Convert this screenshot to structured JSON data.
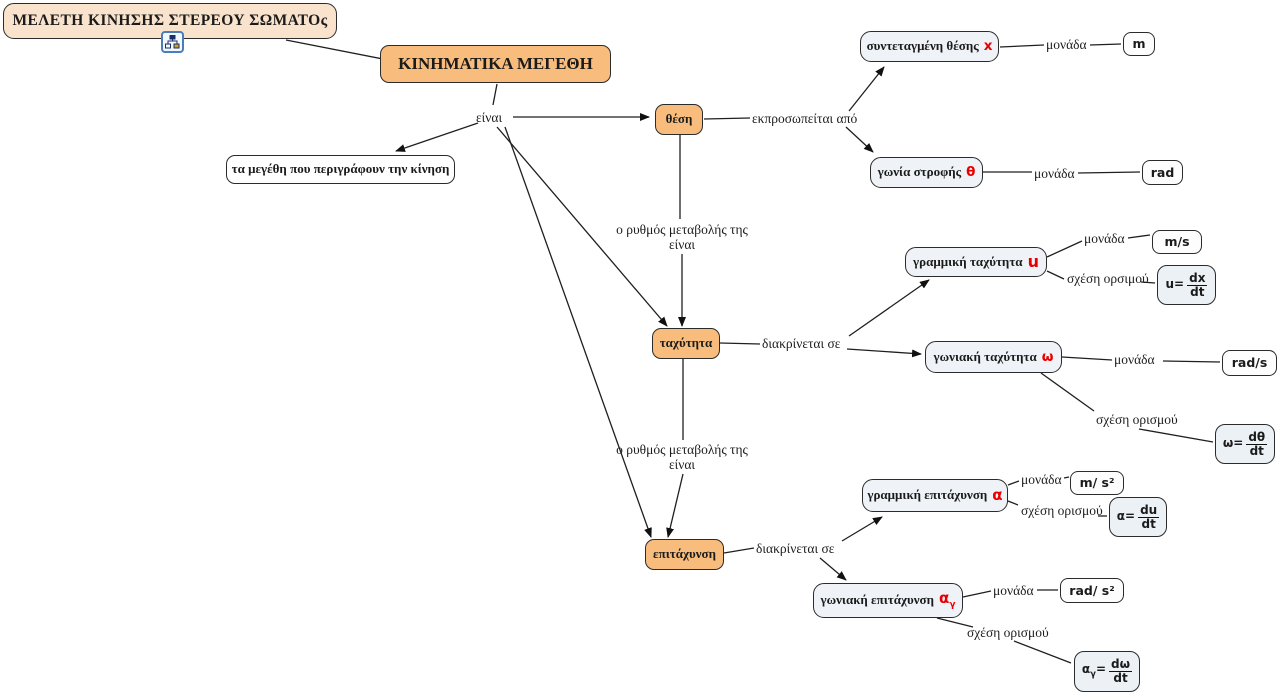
{
  "title": {
    "text": "ΜΕΛΕΤΗ ΚΙΝΗΣΗΣ ΣΤΕΡΕΟΥ ΣΩΜΑΤΟς"
  },
  "root": {
    "text": "ΚΙΝΗΜΑΤΙΚΑ ΜΕΓΕΘΗ"
  },
  "icons": {
    "title_resource": "concept-map-icon"
  },
  "links": {
    "einai": "είναι",
    "ekprosopeitai": "εκπροσωπείται από",
    "rythmos_line1": "ο ρυθμός μεταβολής της",
    "rythmos_line2": "είναι",
    "diakrinetai": "διακρίνεται σε",
    "monada": "μονάδα",
    "sxesi_orismou": "σχέση ορισμού",
    "sxesi_orsimou": "σχέση ορσιμού"
  },
  "nodes": {
    "megethi": {
      "text": "τα μεγέθη που περιγράφουν την κίνηση"
    },
    "thesi": {
      "text": "θέση"
    },
    "taxytita": {
      "text": "ταχύτητα"
    },
    "epitaxynsi": {
      "text": "επιτάχυνση"
    },
    "coord": {
      "text": "συντεταγμένη θέσης",
      "symbol": "x"
    },
    "gonia": {
      "text": "γωνία στροφής",
      "symbol": "θ"
    },
    "gram_tax": {
      "text": "γραμμική ταχύτητα",
      "symbol": "u"
    },
    "gon_tax": {
      "text": "γωνιακή ταχύτητα",
      "symbol": "ω"
    },
    "gram_epit": {
      "text": "γραμμική επιτάχυνση",
      "symbol": "α"
    },
    "gon_epit": {
      "text": "γωνιακή επιτάχυνση",
      "symbol": "α",
      "symbol_sub": "γ"
    }
  },
  "units": {
    "m": "m",
    "rad": "rad",
    "ms": "m/s",
    "rads": "rad/s",
    "ms2": "m/ s²",
    "rads2": "rad/ s²"
  },
  "formulas": {
    "u": {
      "lhs": "u=",
      "num": "dx",
      "den": "dt"
    },
    "omega": {
      "lhs": "ω=",
      "num": "dθ",
      "den": "dt"
    },
    "alpha": {
      "lhs": "α=",
      "num": "du",
      "den": "dt"
    },
    "alpha_g": {
      "lhs": "α",
      "lhs_sub": "γ",
      "eq": "=",
      "num": "dω",
      "den": "dt"
    }
  },
  "colors": {
    "orange_node": "#F8BD7D",
    "peach_node": "#FAE3CC",
    "light_node": "#EFF3F7",
    "formula_node": "#ECF1F6",
    "symbol_red": "#E80000",
    "line": "#1f1f1f"
  }
}
